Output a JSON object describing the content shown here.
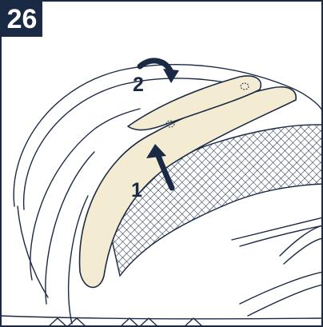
{
  "step_number": "26",
  "callouts": {
    "first": "1",
    "second": "2"
  },
  "colors": {
    "ink": "#1b2a44",
    "fabric": "#f3ecd2",
    "badge": "#1b2a44"
  },
  "icons": {
    "arrow_first": "curved-arrow-up-icon",
    "arrow_second": "curved-arrow-right-icon"
  }
}
